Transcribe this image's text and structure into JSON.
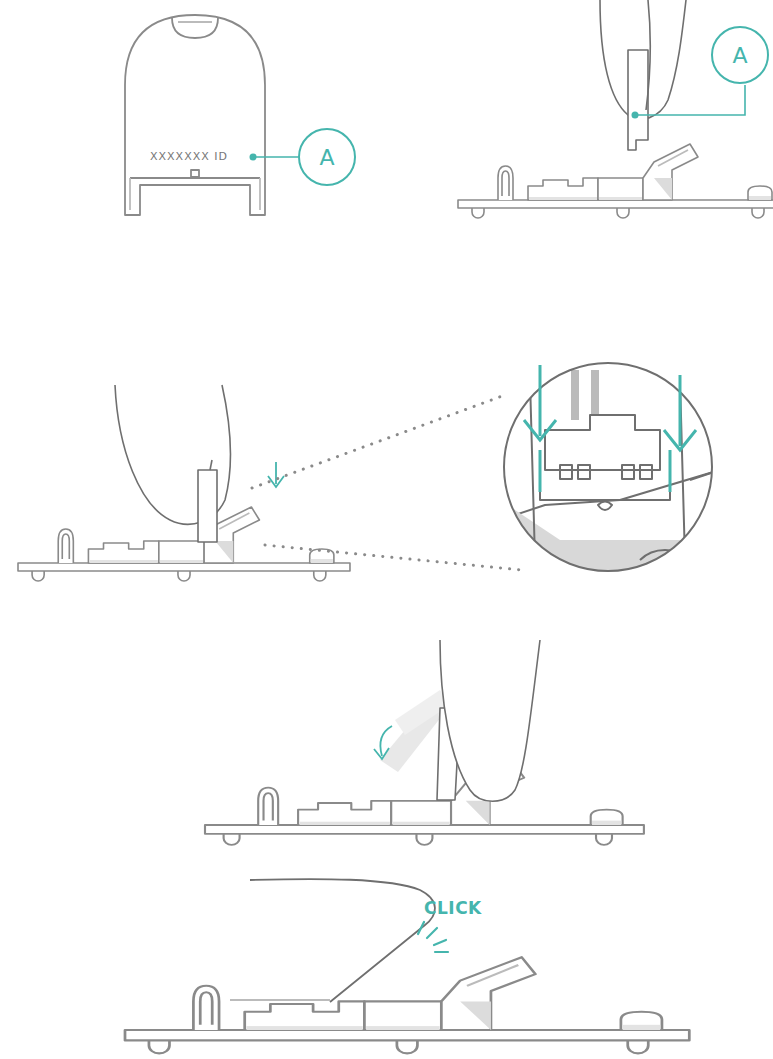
{
  "diagram": {
    "nodes": [
      {
        "text": [
          "A"
        ]
      },
      {
        "text": [
          "A"
        ]
      }
    ],
    "labels": [
      "XXXXXXX ID",
      "CLICK"
    ]
  }
}
